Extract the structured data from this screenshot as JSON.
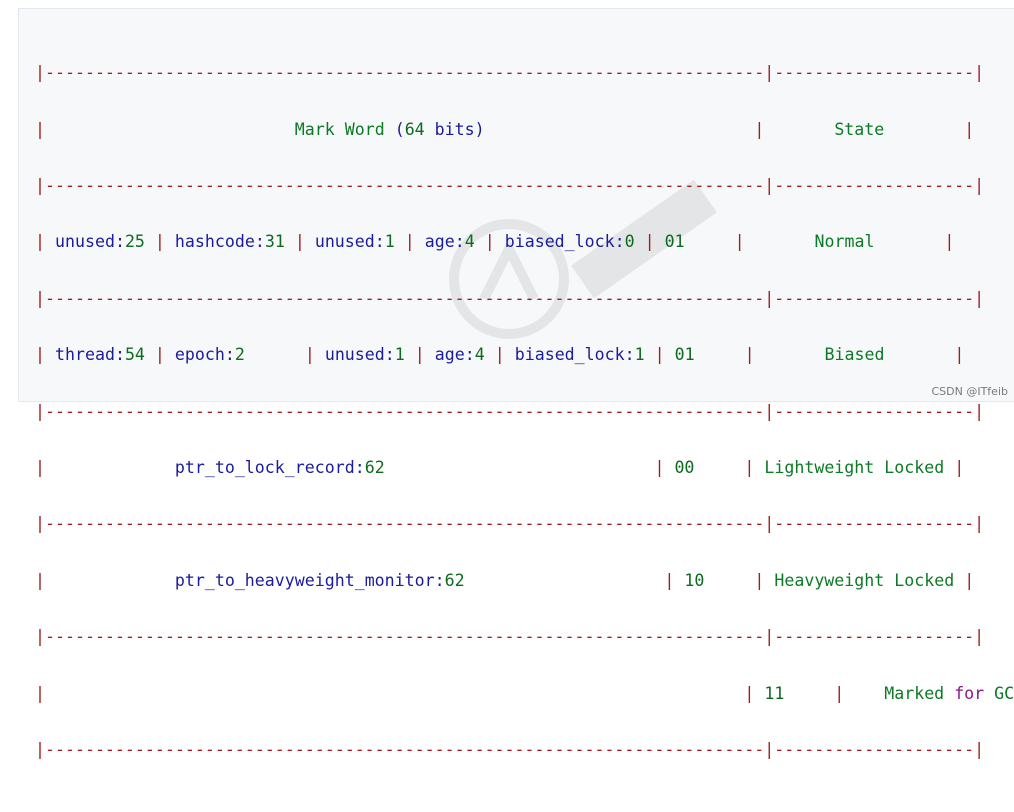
{
  "header": {
    "mark_word": "Mark Word",
    "bits_open": "(",
    "bits_num": "64",
    "bits_word": "bits)",
    "state": "State"
  },
  "rows": [
    {
      "parts": [
        "unused:",
        "25",
        "hashcode:",
        "31",
        "unused:",
        "1",
        "age:",
        "4",
        "biased_lock:",
        "0"
      ],
      "tag": "01",
      "state": "Normal"
    },
    {
      "parts": [
        "thread:",
        "54",
        "epoch:",
        "2",
        "unused:",
        "1",
        "age:",
        "4",
        "biased_lock:",
        "1"
      ],
      "tag": "01",
      "state": "Biased"
    },
    {
      "field": "ptr_to_lock_record:",
      "size": "62",
      "tag": "00",
      "state": "Lightweight Locked"
    },
    {
      "field": "ptr_to_heavyweight_monitor:",
      "size": "62",
      "tag": "10",
      "state": "Heavyweight Locked"
    },
    {
      "tag": "11",
      "state_word1": "Marked",
      "state_kw": "for",
      "state_word2": "GC"
    }
  ],
  "credit": "CSDN @ITfeib"
}
